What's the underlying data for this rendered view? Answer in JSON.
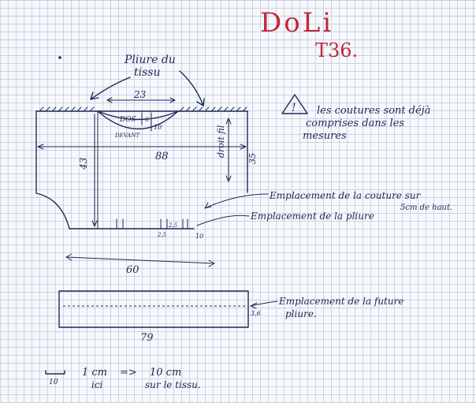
{
  "title": {
    "name": "DoLi",
    "size": "T36."
  },
  "notes": {
    "fold_label_line1": "Pliure du",
    "fold_label_line2": "tissu",
    "warning_mark": "!",
    "warning_line1": "les coutures sont déjà",
    "warning_line2": "comprises dans les",
    "warning_line3": "mesures",
    "seam_label_line1": "Emplacement de la couture sur",
    "seam_label_line2": "5cm de haut.",
    "pleat_label": "Emplacement de la pliure",
    "future_fold_line1": "Emplacement de la future",
    "future_fold_line2": "pliure."
  },
  "main_piece": {
    "neck_width": "23",
    "back_label": "DOS",
    "front_label": "DEVANT",
    "depth_back": "6",
    "depth_front": "10",
    "total_width": "88",
    "height": "43",
    "grain_label": "droit fil",
    "side_height": "35",
    "pleat_small": "2,5",
    "pleat_mid": "2,5",
    "pleat_width": "10"
  },
  "waist": {
    "length": "60"
  },
  "band": {
    "length": "79",
    "height": "3,6"
  },
  "scale": {
    "bar_label": "10",
    "line1a": "1 cm",
    "arrow": "=>",
    "line1b": "10 cm",
    "line2a": "ici",
    "line2b": "sur le tissu."
  }
}
